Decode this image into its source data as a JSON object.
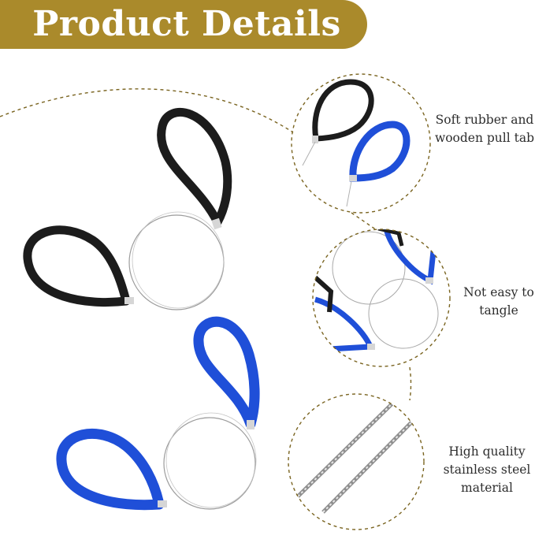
{
  "header": {
    "title": "Product Details"
  },
  "callouts": [
    {
      "lines": [
        "Soft rubber and",
        "wooden pull tab"
      ]
    },
    {
      "lines": [
        "Not easy to",
        "tangle"
      ]
    },
    {
      "lines": [
        "High quality",
        "stainless steel",
        "material"
      ]
    }
  ],
  "colors": {
    "banner": "#aa8a2b",
    "dashed_line": "#7a6420",
    "black_loop": "#1c1c1c",
    "blue_loop": "#1f4fd8",
    "wire": "#a9a9a9"
  }
}
